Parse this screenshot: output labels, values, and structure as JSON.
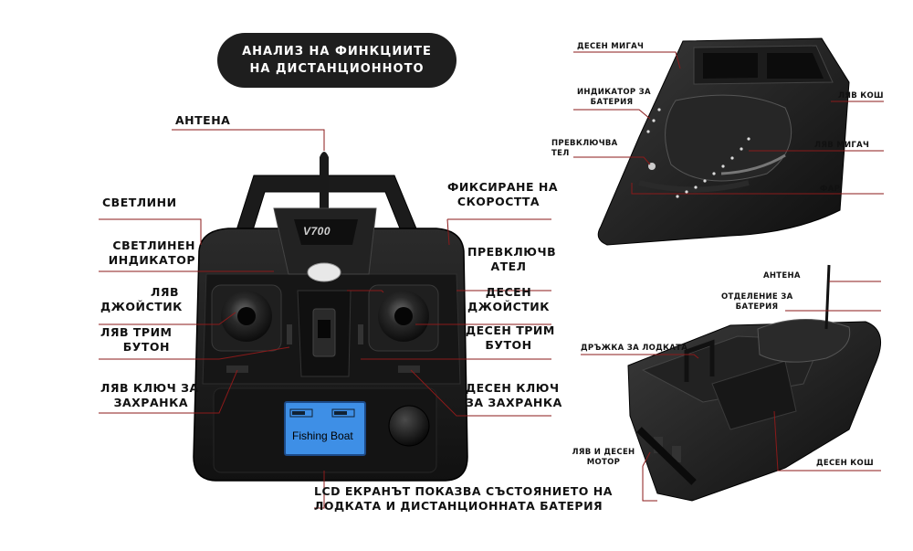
{
  "title": {
    "line1": "АНАЛИЗ НА ФИНКЦИИТЕ",
    "line2": "НА ДИСТАНЦИОННОТО"
  },
  "remote": {
    "brand": "V700",
    "lcd_text": "Fishing Boat"
  },
  "remote_labels": {
    "antenna": "АНТЕНА",
    "lights_1": "СВЕТЛИНИ",
    "light_indicator_1": "СВЕТЛИНЕН",
    "light_indicator_2": "ИНДИКАТОР",
    "left_joystick_1": "ЛЯВ",
    "left_joystick_2": "ДЖОЙСТИК",
    "left_trim_1": "ЛЯВ ТРИМ",
    "left_trim_2": "БУТОН",
    "left_key_1": "ЛЯВ КЛЮЧ ЗА",
    "left_key_2": "ЗАХРАНКА",
    "speed_lock_1": "ФИКСИРАНЕ НА",
    "speed_lock_2": "СКОРОСТТА",
    "switch_1": "ПРЕВКЛЮЧВ",
    "switch_2": "АТЕЛ",
    "right_joystick_1": "ДЕСЕН",
    "right_joystick_2": "ДЖОЙСТИК",
    "right_trim_1": "ДЕСЕН ТРИМ",
    "right_trim_2": "БУТОН",
    "right_key_1": "ДЕСЕН КЛЮЧ",
    "right_key_2": "ЗА ЗАХРАНКА",
    "lcd_1": "LCD ЕКРАНЪТ ПОКАЗВА СЪСТОЯНИЕТО НА",
    "lcd_2": "ЛОДКАТА И ДИСТАНЦИОННАТА БАТЕРИЯ"
  },
  "boat_top_labels": {
    "right_signal": "ДЕСЕН МИГАЧ",
    "battery_indicator_1": "ИНДИКАТОР ЗА",
    "battery_indicator_2": "БАТЕРИЯ",
    "switch_1": "ПРЕВКЛЮЧВА",
    "switch_2": "ТЕЛ",
    "left_bin": "ЛЯВ КОШ",
    "left_signal": "ЛЯВ МИГАЧ",
    "headlight": "ФАР"
  },
  "boat_bottom_labels": {
    "antenna": "АНТЕНА",
    "battery_compartment_1": "ОТДЕЛЕНИЕ ЗА",
    "battery_compartment_2": "БАТЕРИЯ",
    "handle": "ДРЪЖКА ЗА ЛОДКАТА",
    "motors_1": "ЛЯВ И ДЕСЕН",
    "motors_2": "МОТОР",
    "right_bin": "ДЕСЕН КОШ"
  },
  "colors": {
    "leader_line": "#8b1a1a",
    "title_bg": "#1e1e1e",
    "lcd_screen": "#3e8fe6",
    "body_dark": "#1a1a1a"
  }
}
